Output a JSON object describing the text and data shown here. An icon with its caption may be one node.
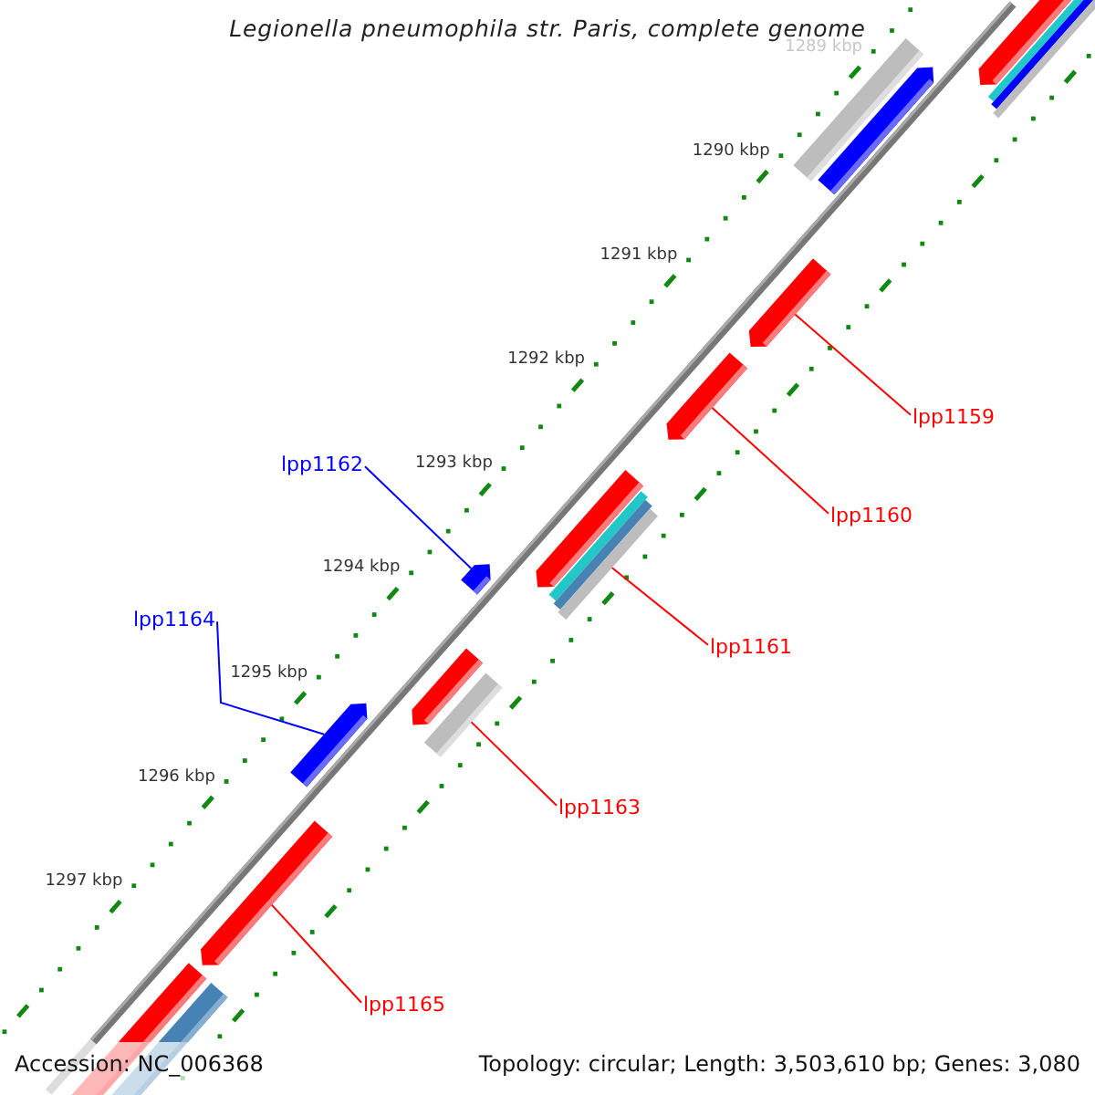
{
  "diagram": {
    "title": "Legionella pneumophila str. Paris, complete genome",
    "nodes": [
      {
        "text": [
          "lpp1159"
        ]
      },
      {
        "text": [
          "lpp1160"
        ]
      },
      {
        "text": [
          "lpp1161"
        ]
      },
      {
        "text": [
          "lpp1162"
        ]
      },
      {
        "text": [
          "lpp1163"
        ]
      },
      {
        "text": [
          "lpp1164"
        ]
      },
      {
        "text": [
          "lpp1165"
        ]
      },
      {
        "text": [],
        "shape": "bar"
      },
      {
        "text": [],
        "shape": "bar"
      },
      {
        "text": [],
        "shape": "bar"
      },
      {
        "text": [],
        "shape": "bar"
      },
      {
        "text": [],
        "shape": "bar"
      },
      {
        "text": [],
        "shape": "bar"
      },
      {
        "text": [],
        "shape": "bar"
      },
      {
        "text": [],
        "shape": "bar"
      },
      {
        "text": [],
        "shape": "bar"
      },
      {
        "text": [],
        "shape": "bar"
      },
      {
        "text": [],
        "shape": "bar"
      },
      {
        "text": [],
        "shape": "bar"
      },
      {
        "text": [],
        "shape": "bar"
      },
      {
        "text": [],
        "shape": "bar"
      },
      {
        "text": [],
        "shape": "bar"
      },
      {
        "text": [],
        "shape": "bar"
      },
      {
        "text": [],
        "shape": "bar"
      },
      {
        "text": [],
        "shape": "bar"
      },
      {
        "text": [],
        "shape": "bar"
      }
    ],
    "edges": [
      {
        "from": 0,
        "to": 13,
        "arrow": "none"
      },
      {
        "from": 1,
        "to": 14,
        "arrow": "none"
      },
      {
        "from": 2,
        "to": 18,
        "arrow": "none"
      },
      {
        "from": 3,
        "to": 19,
        "arrow": "none",
        "color": "#0000ff"
      },
      {
        "from": 4,
        "to": 21,
        "arrow": "none"
      },
      {
        "from": 5,
        "to": 22,
        "arrow": "none",
        "color": "#0000ff"
      },
      {
        "from": 6,
        "to": 23,
        "arrow": "none"
      }
    ],
    "labels": [
      "1289 kbp",
      "1290 kbp",
      "1291 kbp",
      "1292 kbp",
      "1293 kbp",
      "1294 kbp",
      "1295 kbp",
      "1296 kbp",
      "1297 kbp",
      "Accession: NC_006368",
      "Topology: circular; Length: 3,503,610 bp; Genes: 3,080"
    ]
  }
}
